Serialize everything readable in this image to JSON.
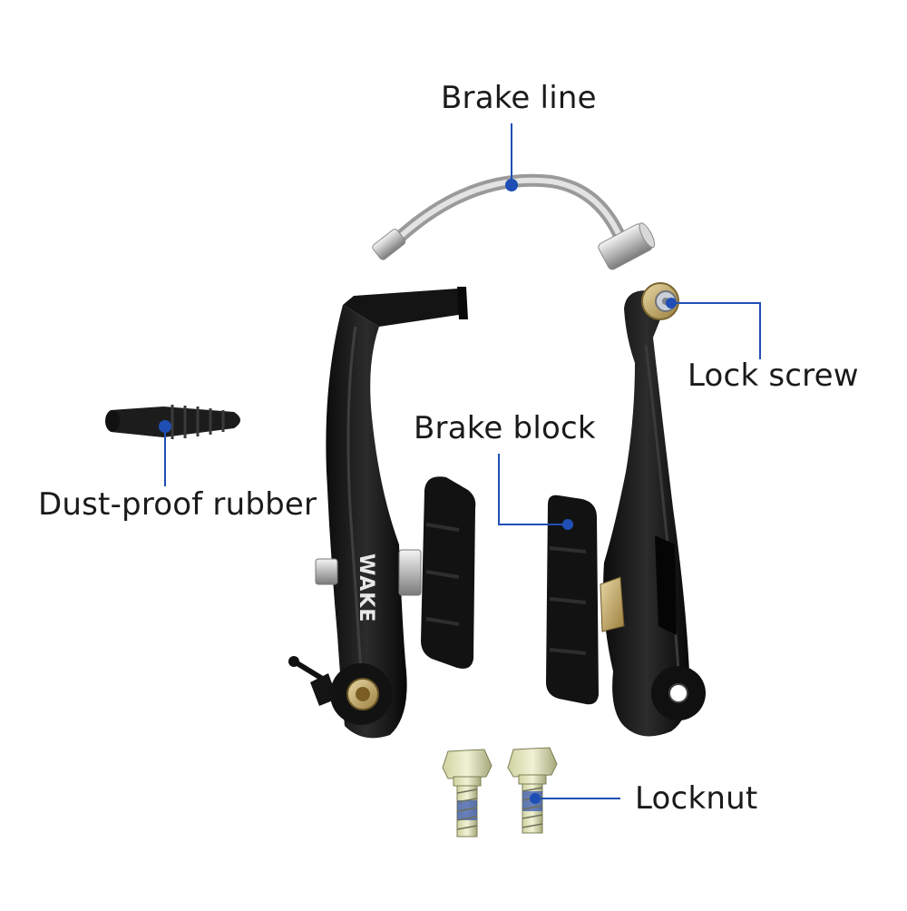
{
  "labels": {
    "brake_line": "Brake line",
    "lock_screw": "Lock screw",
    "brake_block": "Brake block",
    "dust_proof_rubber": "Dust-proof rubber",
    "locknut": "Locknut"
  },
  "brand_text": "WAKE",
  "colors": {
    "leader_line": "#1f4fb5",
    "leader_dot": "#1f4fb5",
    "label_text": "#1a1a1a",
    "arm": "#151515",
    "background": "#ffffff"
  },
  "icons": [
    "brake-line-part",
    "lock-screw-part",
    "brake-block-part",
    "dust-proof-rubber-part",
    "locknut-part",
    "left-brake-arm",
    "right-brake-arm"
  ]
}
